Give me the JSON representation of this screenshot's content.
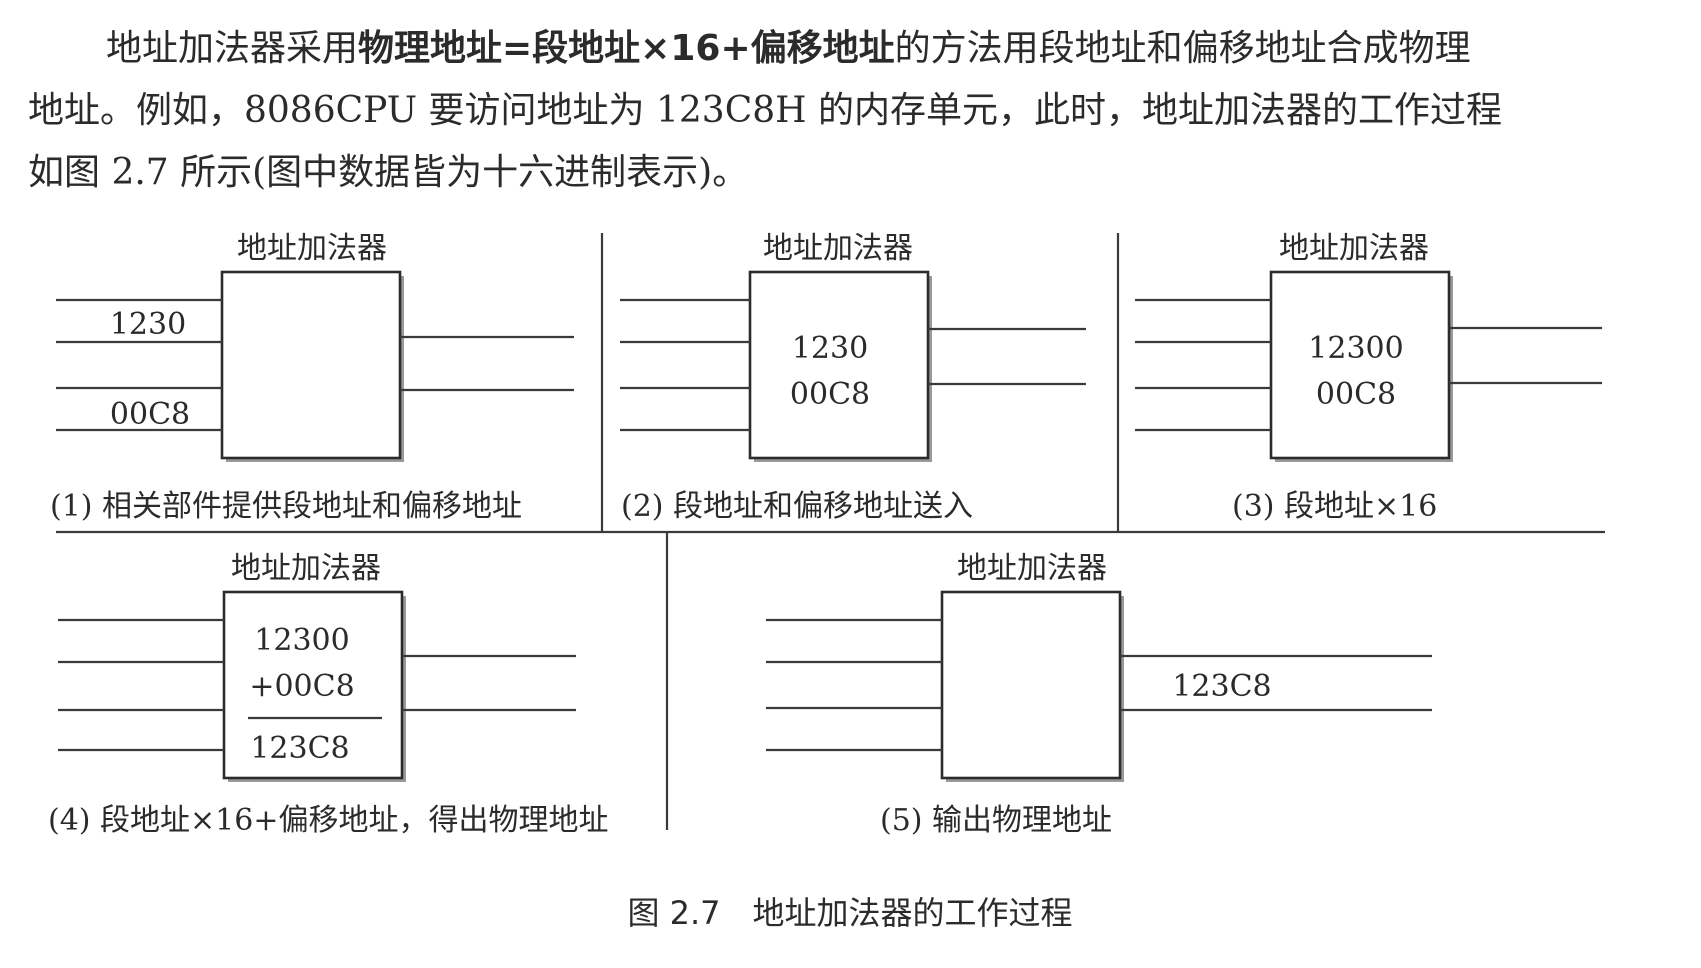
{
  "paragraph": {
    "l1_a": "地址加法器采用",
    "l1_bold": "物理地址=段地址×16+偏移地址",
    "l1_b": "的方法用段地址和偏移地址合成物理",
    "l2": "地址。例如，8086CPU 要访问地址为 123C8H 的内存单元，此时，地址加法器的工作过程",
    "l3": "如图 2.7 所示(图中数据皆为十六进制表示)。"
  },
  "figure": {
    "title": "图 2.7　地址加法器的工作过程",
    "panels": [
      {
        "label": "地址加法器",
        "caption": "(1)  相关部件提供段地址和偏移地址",
        "input_top": "1230",
        "input_bottom": "00C8"
      },
      {
        "label": "地址加法器",
        "caption": "(2)  段地址和偏移地址送入",
        "box_line1": "1230",
        "box_line2": "00C8"
      },
      {
        "label": "地址加法器",
        "caption": "(3)  段地址×16",
        "box_line1": "12300",
        "box_line2": "00C8"
      },
      {
        "label": "地址加法器",
        "caption": "(4)  段地址×16+偏移地址，得出物理地址",
        "box_line1": "12300",
        "box_line2": "+00C8",
        "box_result": "123C8"
      },
      {
        "label": "地址加法器",
        "caption": "(5)  输出物理地址",
        "output": "123C8"
      }
    ]
  }
}
